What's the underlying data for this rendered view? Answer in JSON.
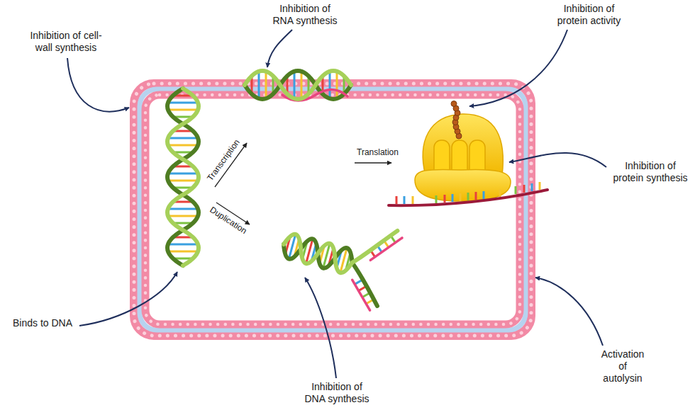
{
  "diagram": {
    "labels": [
      "Inhibition of RNA synthesis",
      "Inhibition of protein activity",
      "Inhibition of cell-wall synthesis",
      "Inhibition of protein synthesis",
      "Transcription",
      "Translation",
      "Duplication",
      "Binds to DNA",
      "Activation of autolysin",
      "Inhibition of DNA synthesis"
    ]
  }
}
